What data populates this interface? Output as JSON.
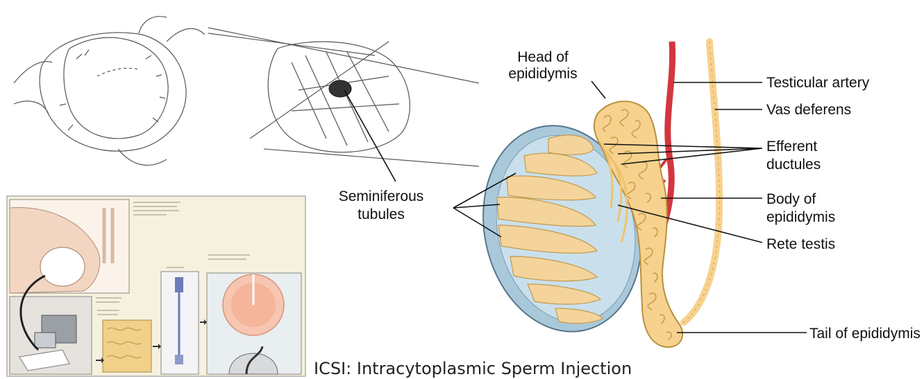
{
  "labels": {
    "head_of_epididymis": [
      "Head of",
      "epididymis"
    ],
    "testicular_artery": "Testicular artery",
    "vas_deferens": "Vas deferens",
    "efferent_ductules": [
      "Efferent",
      "ductules"
    ],
    "body_of_epididymis": [
      "Body of",
      "epididymis"
    ],
    "rete_testis": "Rete testis",
    "tail_of_epididymis": "Tail of epididymis",
    "seminiferous_tubules": [
      "Seminiferous",
      "tubules"
    ]
  },
  "caption": "ICSI: Intracytoplasmic Sperm Injection",
  "colors": {
    "artery": "#d3363f",
    "duct_fill": "#f7d28e",
    "duct_stroke": "#b8913e",
    "testis_outer": "#a9c9db",
    "testis_inner": "#c9e0ec",
    "panel_bg": "#f6f1de"
  }
}
